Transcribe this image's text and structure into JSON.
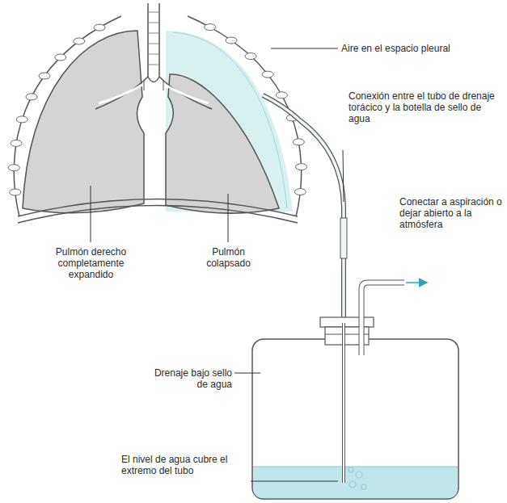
{
  "diagram": {
    "labels": [
      "Aire en el espacio pleural",
      "Conexión entre el tubo de drenaje torácico y la botella de sello de agua",
      "Conectar a aspiración o dejar abierto a la atmósfera",
      "Pulmón derecho completamente expandido",
      "Pulmón colapsado",
      "Drenaje bajo sello de agua",
      "El nivel de agua cubre el extremo del tubo"
    ]
  }
}
